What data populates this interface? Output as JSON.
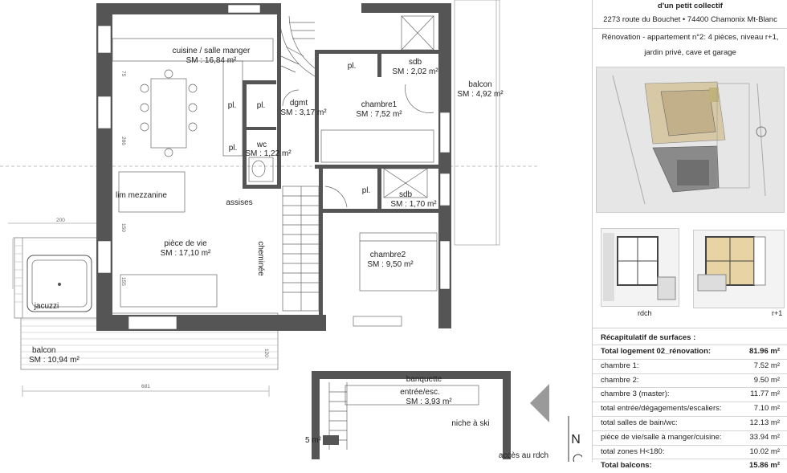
{
  "header": {
    "line1": "d'un petit collectif",
    "line2": "2273 route du Bouchet • 74400 Chamonix Mt-Blanc",
    "line3": "Rénovation - appartement n°2: 4 pièces, niveau r+1,",
    "line4": "jardin privé, cave et garage"
  },
  "thumbnails": {
    "left_label": "rdch",
    "right_label": "r+1"
  },
  "recap": {
    "title": "Récapitulatif de surfaces :",
    "rows": [
      {
        "label": "Total logement 02_rénovation:",
        "value": "81.96 m²",
        "bold": true
      },
      {
        "label": "chambre 1:",
        "value": "7.52 m²"
      },
      {
        "label": "chambre 2:",
        "value": "9.50 m²"
      },
      {
        "label": "chambre 3 (master):",
        "value": "11.77 m²"
      },
      {
        "label": "total entrée/dégagements/escaliers:",
        "value": "7.10 m²"
      },
      {
        "label": "total salles de bain/wc:",
        "value": "12.13 m²"
      },
      {
        "label": "pièce de vie/salle à manger/cuisine:",
        "value": "33.94 m²"
      },
      {
        "label": "total zones H<180:",
        "value": "10.02 m²"
      },
      {
        "label": "Total balcons:",
        "value": "15.86 m²",
        "bold": true
      }
    ]
  },
  "plan": {
    "rooms": {
      "cuisine": {
        "name": "cuisine / salle manger",
        "area": "SM : 16,84 m²"
      },
      "pl1": "pl.",
      "sdb1": {
        "name": "sdb",
        "area": "SM : 2,02 m²"
      },
      "balcon_e": {
        "name": "balcon",
        "area": "SM : 4,92 m²"
      },
      "pl_a": "pl.",
      "pl_b": "pl.",
      "dgmt": {
        "name": "dgmt",
        "area": "SM : 3,17 m²"
      },
      "chambre1": {
        "name": "chambre1",
        "area": "SM : 7,52 m²"
      },
      "pl_c": "pl.",
      "wc": {
        "name": "wc",
        "area": "SM : 1,22 m²"
      },
      "pl_d": "pl.",
      "sdb2": {
        "name": "sdb",
        "area": "SM : 1,70 m²"
      },
      "lim": "lim mezzanine",
      "assises": "assises",
      "piece": {
        "name": "pièce de vie",
        "area": "SM : 17,10 m²"
      },
      "cheminee": "cheminée",
      "chambre2": {
        "name": "chambre2",
        "area": "SM : 9,50 m²"
      },
      "jacuzzi": "jacuzzi",
      "balcon_s": {
        "name": "balcon",
        "area": "SM : 10,94 m²"
      },
      "banquette": "banquette",
      "entree": {
        "name": "entrée/esc.",
        "area": "SM : 3,93 m²"
      },
      "niche": "niche à ski",
      "frag": "5 m²",
      "acces": "accès au rdch"
    },
    "dims": [
      "75",
      "286",
      "200",
      "150",
      "155",
      "681",
      "120"
    ],
    "north": "N"
  }
}
